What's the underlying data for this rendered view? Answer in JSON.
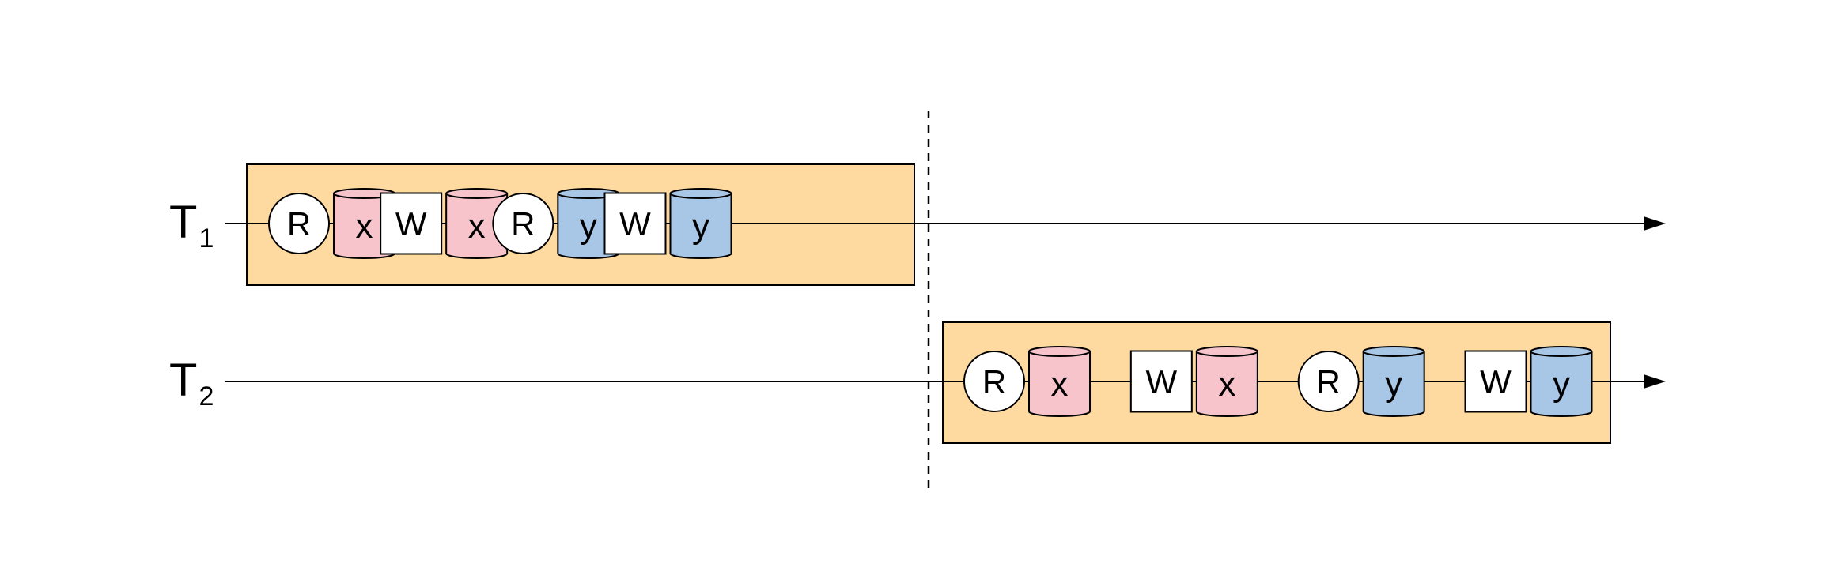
{
  "colors": {
    "background": "#ffffff",
    "transaction_box": "#FFDAA0",
    "item_x": "#F7C4CB",
    "item_y": "#A8C6E6",
    "op_fill": "#ffffff",
    "stroke": "#000000"
  },
  "divider": {
    "style": "dashed"
  },
  "timelines": [
    {
      "label": "T",
      "subscript": "1",
      "steps": [
        {
          "op": "R",
          "op_shape": "circle",
          "item": "x",
          "item_color": "item_x"
        },
        {
          "op": "W",
          "op_shape": "square",
          "item": "x",
          "item_color": "item_x"
        },
        {
          "op": "R",
          "op_shape": "circle",
          "item": "y",
          "item_color": "item_y"
        },
        {
          "op": "W",
          "op_shape": "square",
          "item": "y",
          "item_color": "item_y"
        }
      ]
    },
    {
      "label": "T",
      "subscript": "2",
      "steps": [
        {
          "op": "R",
          "op_shape": "circle",
          "item": "x",
          "item_color": "item_x"
        },
        {
          "op": "W",
          "op_shape": "square",
          "item": "x",
          "item_color": "item_x"
        },
        {
          "op": "R",
          "op_shape": "circle",
          "item": "y",
          "item_color": "item_y"
        },
        {
          "op": "W",
          "op_shape": "square",
          "item": "y",
          "item_color": "item_y"
        }
      ]
    }
  ]
}
